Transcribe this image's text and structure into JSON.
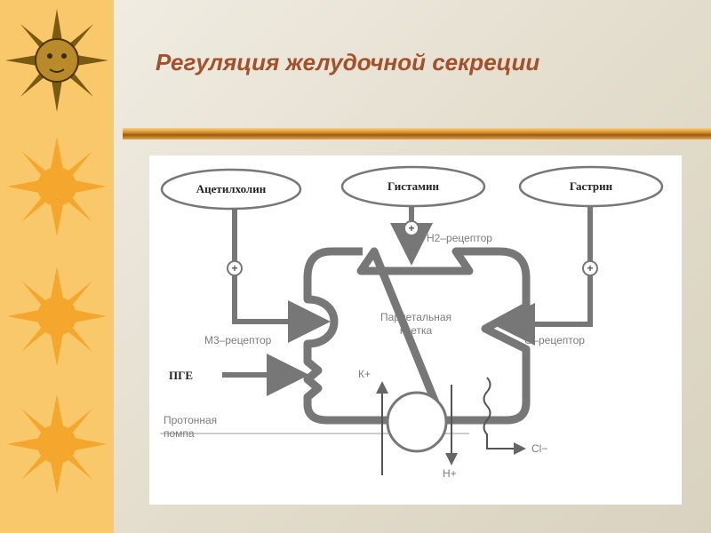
{
  "slide": {
    "title": "Регуляция желудочной секреции",
    "colors": {
      "title": "#a2512a",
      "strip": "#f9c86a",
      "sun": "#f4a72c",
      "diagram_line": "#777777"
    }
  },
  "decor": {
    "icons": [
      "sun-face-emblem-icon",
      "sun-icon",
      "sun-icon",
      "sun-icon"
    ]
  },
  "diagram": {
    "stimuli": {
      "acetylcholine": "Ацетилхолин",
      "histamine": "Гистамин",
      "gastrin": "Гастрин"
    },
    "receptors": {
      "h2": "Н2–рецептор",
      "m3": "М3–рецептор",
      "g": "G–рецептор"
    },
    "cell_label_line1": "Париетальная",
    "cell_label_line2": "клетка",
    "pge": "ПГЕ",
    "pump_line1": "Протонная",
    "pump_line2": "помпа",
    "ions": {
      "k": "К+",
      "h": "Н+",
      "cl": "Cl−"
    },
    "plus_sign": "+"
  }
}
